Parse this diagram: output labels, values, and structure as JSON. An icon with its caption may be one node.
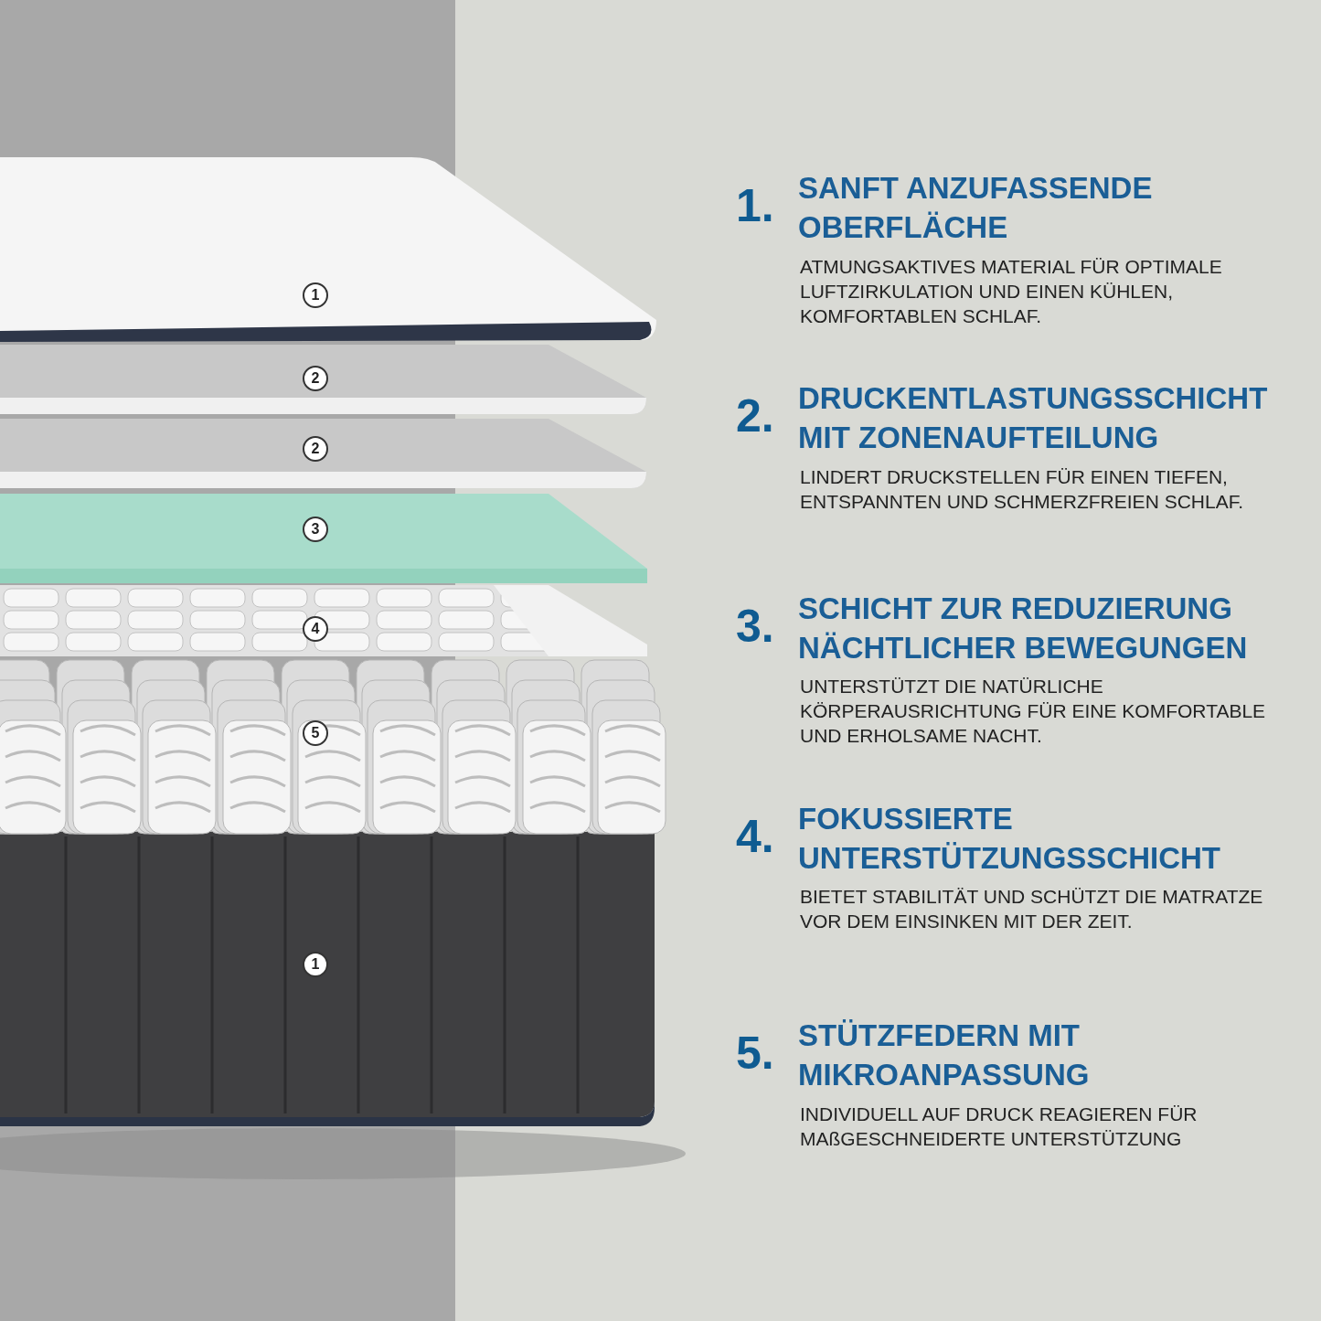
{
  "diagram": {
    "labels": [
      "1",
      "2",
      "2",
      "3",
      "4",
      "5",
      "1",
      "1.",
      "SANFT ANZUFASSENDE OBERFLÄCHE",
      "ATMUNGSAKTIVES MATERIAL FÜR OPTIMALE LUFTZIRKULATION UND EINEN KÜHLEN, KOMFORTABLEN SCHLAF.",
      "2.",
      "DRUCKENTLASTUNGSSCHICHT MIT ZONENAUFTEILUNG",
      "LINDERT DRUCKSTELLEN FÜR EINEN TIEFEN, ENTSPANNTEN UND SCHMERZFREIEN SCHLAF.",
      "3.",
      "SCHICHT ZUR REDUZIERUNG NÄCHTLICHER BEWEGUNGEN",
      "UNTERSTÜTZT DIE NATÜRLICHE KÖRPERAUSRICHTUNG FÜR EINE KOMFORTABLE UND ERHOLSAME NACHT.",
      "4.",
      "FOKUSSIERTE UNTERSTÜTZUNGSSCHICHT",
      "BIETET STABILITÄT UND SCHÜTZT DIE MATRATZE VOR DEM EINSINKEN MIT DER ZEIT.",
      "5.",
      "STÜTZFEDERN MIT MIKROANPASSUNG",
      "INDIVIDUELL AUF DRUCK REAGIEREN FÜR MAßGESCHNEIDERTE UNTERSTÜTZUNG"
    ]
  }
}
